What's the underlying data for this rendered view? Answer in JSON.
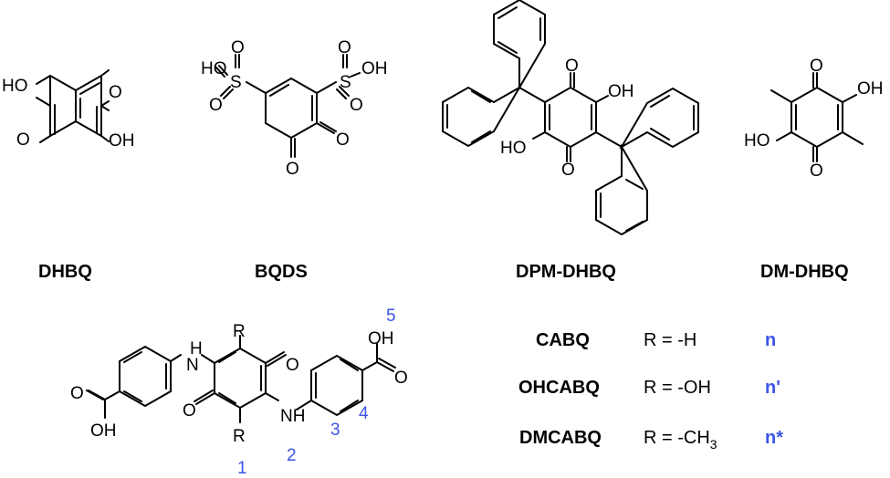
{
  "atoms": {
    "ho": "HO",
    "oh": "OH",
    "o": "O",
    "nh": "NH",
    "h": "H",
    "n": "N",
    "s": "S",
    "r": "R"
  },
  "compounds": [
    {
      "name": "DHBQ"
    },
    {
      "name": "BQDS"
    },
    {
      "name": "DPM-DHBQ"
    },
    {
      "name": "DM-DHBQ"
    }
  ],
  "derivatives": [
    {
      "name": "CABQ",
      "r_label": "R = -H",
      "symbol": "n"
    },
    {
      "name": "OHCABQ",
      "r_label": "R = -OH",
      "symbol": "n'"
    },
    {
      "name": "DMCABQ",
      "r_label": "R = -CH",
      "r_sub": "3",
      "symbol": "n*"
    }
  ],
  "positions": [
    "1",
    "2",
    "3",
    "4",
    "5"
  ],
  "colors": {
    "label_blue": "#3b55e6",
    "ink": "#000000"
  }
}
